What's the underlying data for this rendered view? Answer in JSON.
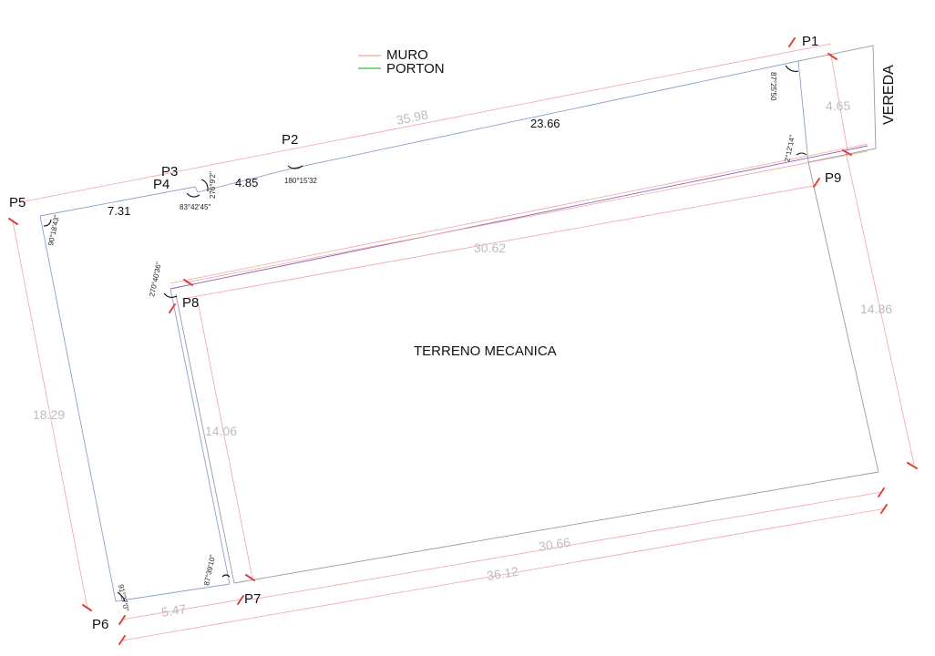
{
  "legend": {
    "muro": {
      "label": "MURO",
      "color": "#f4a3a3"
    },
    "porton": {
      "label": "PORTON",
      "color": "#2fbf3a"
    }
  },
  "title": "TERRENO MECANICA",
  "side_label": "VEREDA",
  "points": {
    "p1": "P1",
    "p2": "P2",
    "p3": "P3",
    "p4": "P4",
    "p5": "P5",
    "p6": "P6",
    "p7": "P7",
    "p8": "P8",
    "p9": "P9"
  },
  "dimensions": {
    "top_total": "35.98",
    "top_p1_p2": "23.66",
    "top_p2_p3": "4.85",
    "top_p4_p5": "7.31",
    "vereda": "4.65",
    "right_total": "14.86",
    "left_total": "18.29",
    "inner_left": "14.06",
    "inner_top": "30.62",
    "inner_bottom": "30.66",
    "bottom_total": "36.12",
    "bottom_p6_p7": "5.47"
  },
  "angles": {
    "p1": "87°25'50",
    "p9": "2°12'14\"",
    "p2": "180°15'32",
    "p3": "276°9'2\"",
    "p4": "83°42'45\"",
    "p5": "90°18'43\"",
    "p8": "270°40'36\"",
    "p7": "87°39'10\"",
    "p6": "91°27'0\""
  },
  "colors": {
    "muro": "#f4a3a3",
    "porton": "#2fbf3a",
    "boundary": "#8aa2cc",
    "tick": "#e0403c",
    "inner_wall": "#8d63b5"
  }
}
